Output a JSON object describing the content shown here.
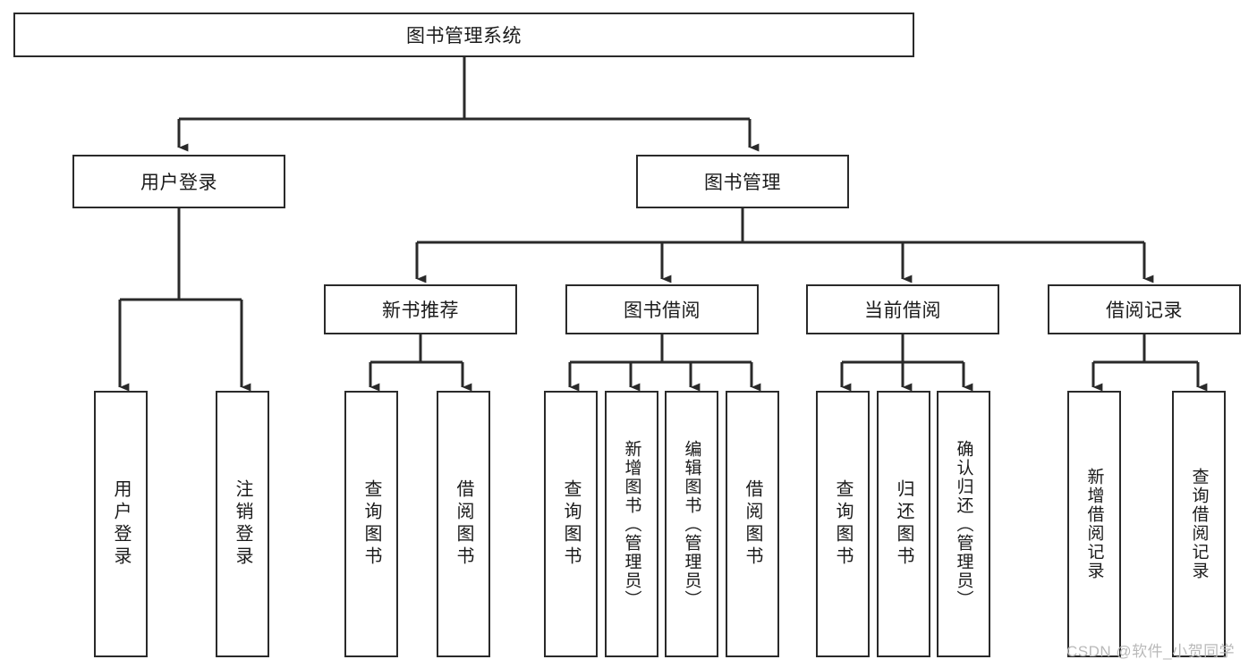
{
  "diagram": {
    "type": "tree-hierarchy",
    "title": "图书管理系统",
    "root": {
      "id": "root",
      "label": "图书管理系统",
      "orientation": "horizontal"
    },
    "level1": [
      {
        "id": "user-login",
        "label": "用户登录",
        "orientation": "horizontal"
      },
      {
        "id": "book-management",
        "label": "图书管理",
        "orientation": "horizontal"
      }
    ],
    "level2": [
      {
        "id": "new-book-recommend",
        "label": "新书推荐",
        "orientation": "horizontal",
        "parent": "book-management"
      },
      {
        "id": "book-borrow",
        "label": "图书借阅",
        "orientation": "horizontal",
        "parent": "book-management"
      },
      {
        "id": "current-borrow",
        "label": "当前借阅",
        "orientation": "horizontal",
        "parent": "book-management"
      },
      {
        "id": "borrow-record",
        "label": "借阅记录",
        "orientation": "horizontal",
        "parent": "book-management"
      }
    ],
    "leaves": [
      {
        "id": "leaf-user-login",
        "label": "用户登录",
        "parent": "user-login",
        "orientation": "vertical"
      },
      {
        "id": "leaf-logout-login",
        "label": "注销登录",
        "parent": "user-login",
        "orientation": "vertical"
      },
      {
        "id": "leaf-query-book-1",
        "label": "查询图书",
        "parent": "new-book-recommend",
        "orientation": "vertical"
      },
      {
        "id": "leaf-borrow-book-1",
        "label": "借阅图书",
        "parent": "new-book-recommend",
        "orientation": "vertical"
      },
      {
        "id": "leaf-query-book-2",
        "label": "查询图书",
        "parent": "book-borrow",
        "orientation": "vertical"
      },
      {
        "id": "leaf-add-book",
        "label": "新增图书（管理员）",
        "parent": "book-borrow",
        "orientation": "vertical"
      },
      {
        "id": "leaf-edit-book",
        "label": "编辑图书（管理员）",
        "parent": "book-borrow",
        "orientation": "vertical"
      },
      {
        "id": "leaf-borrow-book-2",
        "label": "借阅图书",
        "parent": "book-borrow",
        "orientation": "vertical"
      },
      {
        "id": "leaf-query-book-3",
        "label": "查询图书",
        "parent": "current-borrow",
        "orientation": "vertical"
      },
      {
        "id": "leaf-return-book",
        "label": "归还图书",
        "parent": "current-borrow",
        "orientation": "vertical"
      },
      {
        "id": "leaf-confirm-return",
        "label": "确认归还（管理员）",
        "parent": "current-borrow",
        "orientation": "vertical"
      },
      {
        "id": "leaf-add-borrow-record",
        "label": "新增借阅记录",
        "parent": "borrow-record",
        "orientation": "vertical"
      },
      {
        "id": "leaf-query-borrow-record",
        "label": "查询借阅记录",
        "parent": "borrow-record",
        "orientation": "vertical"
      }
    ],
    "watermark": "CSDN @软件_小贺同学",
    "colors": {
      "box_border": "#2a2a2a",
      "box_fill": "#ffffff",
      "connector": "#2a2a2a",
      "text": "#1b1b1b",
      "watermark": "#b9b9b9",
      "background": "#ffffff"
    }
  }
}
